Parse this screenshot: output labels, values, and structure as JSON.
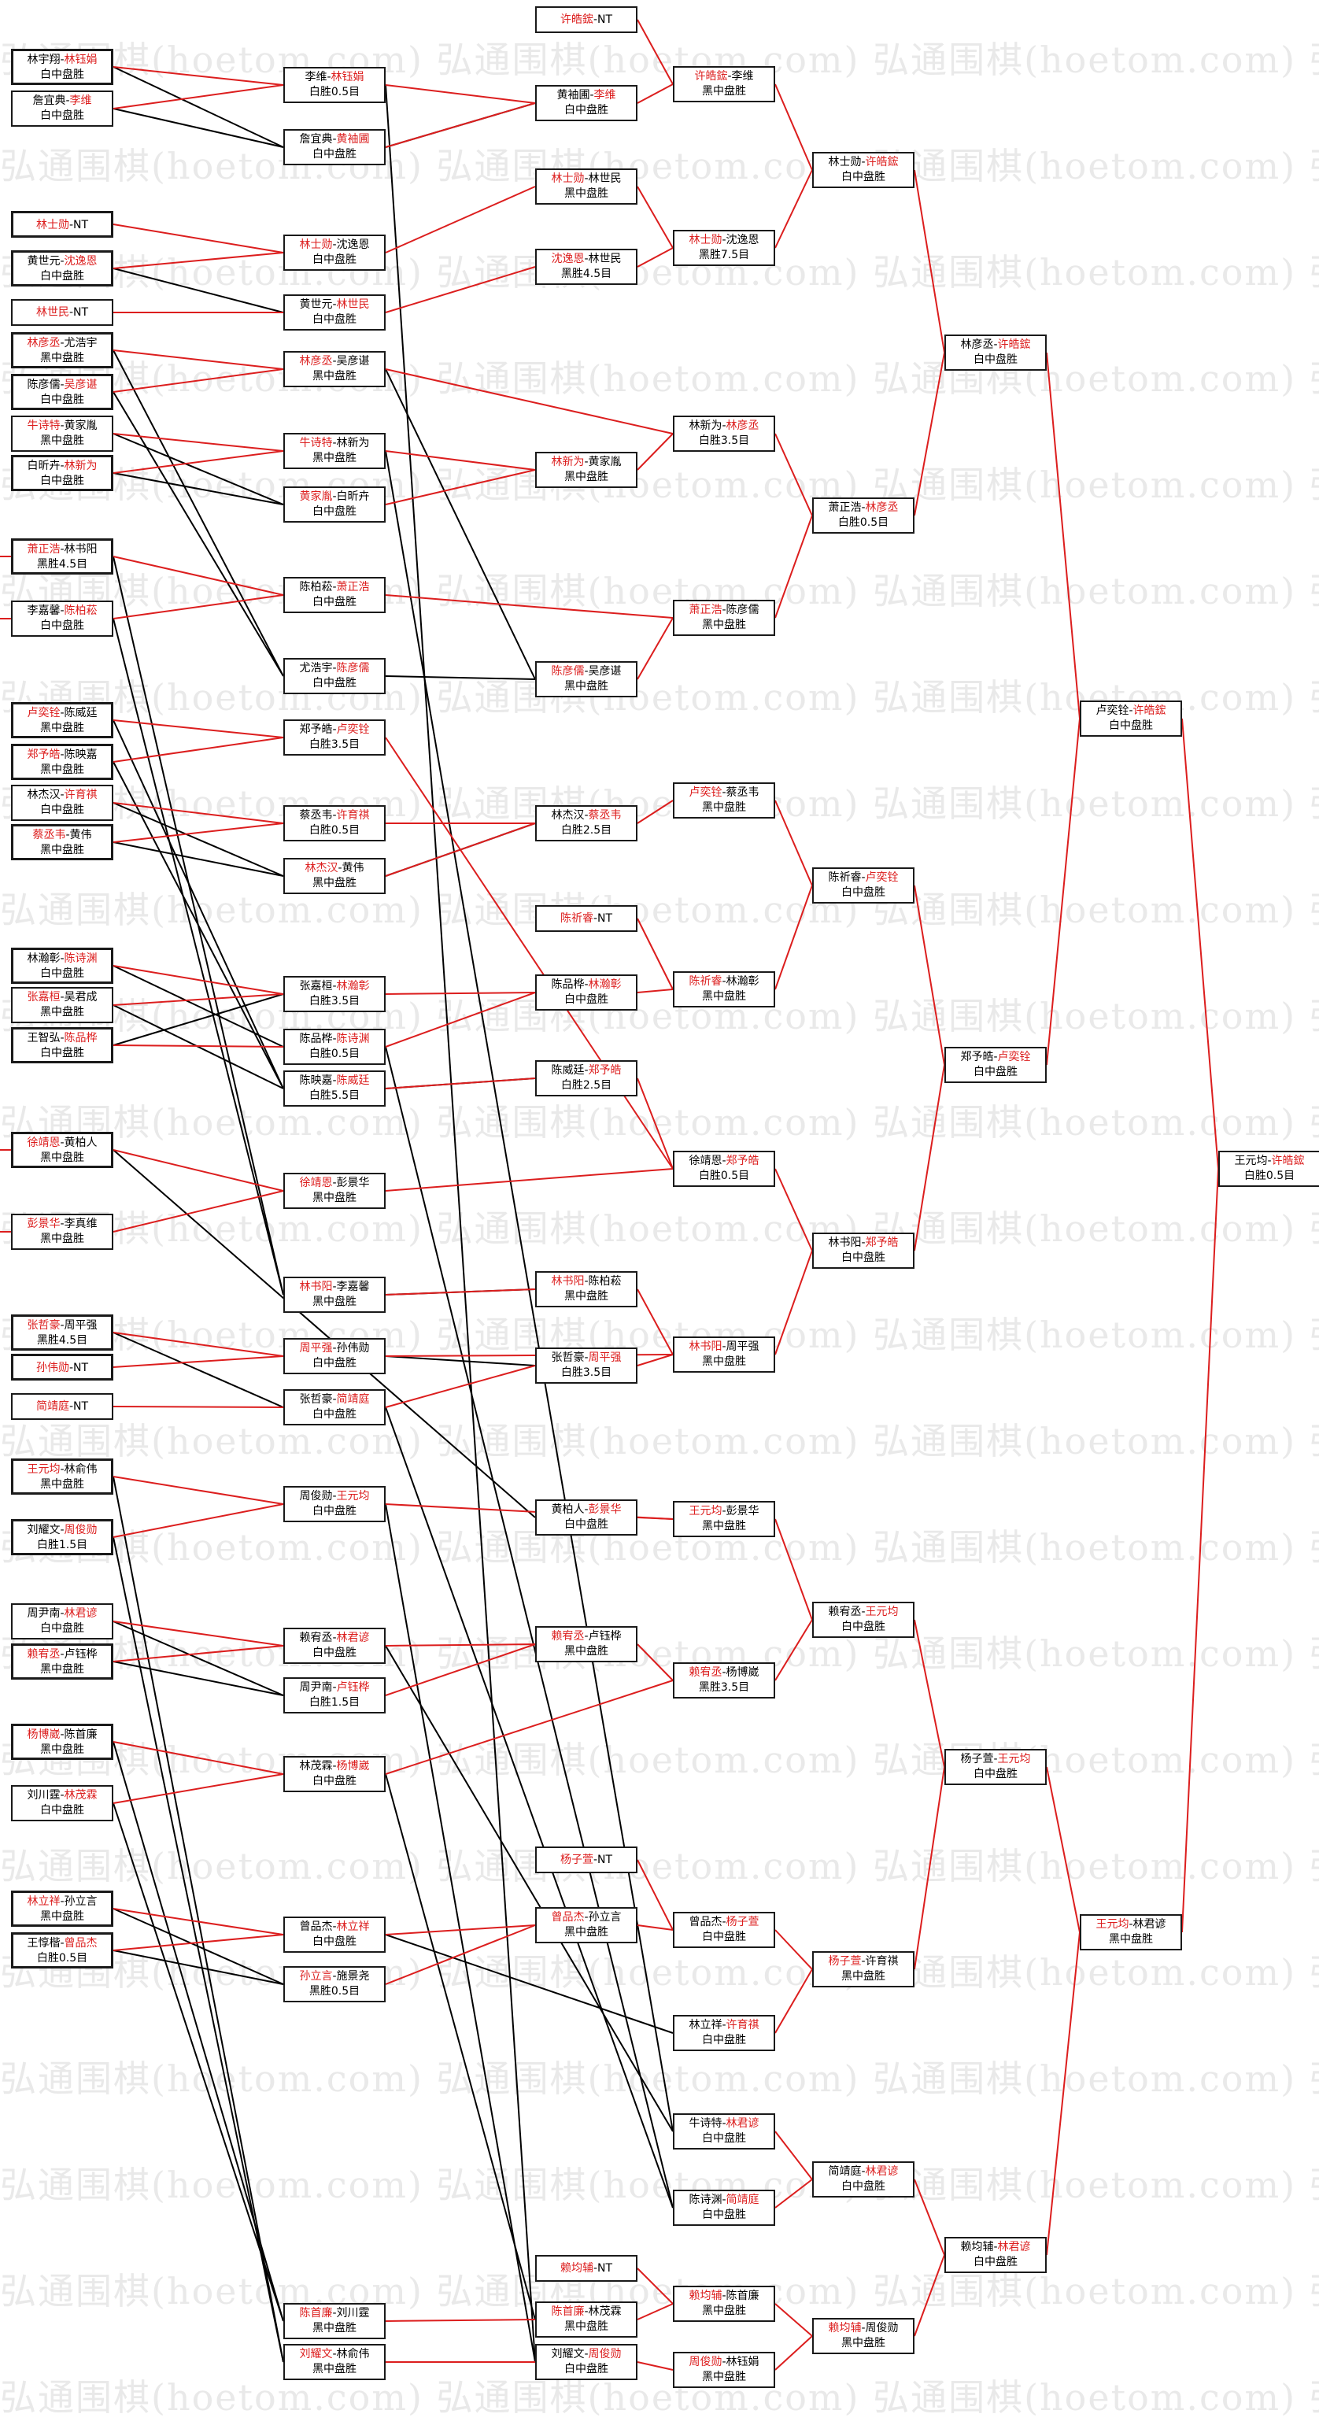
{
  "watermark": "弘通围棋(hoetom.com)",
  "colors": {
    "win": "#dc1e1e",
    "lose": "#000000",
    "border": "#1a1a1a"
  },
  "matches": [
    {
      "id": "r1_1",
      "p1": "林宇翔",
      "p2": "林钰娟",
      "w": 2,
      "res": "白中盘胜"
    },
    {
      "id": "r1_2",
      "p1": "詹宜典",
      "p2": "李维",
      "w": 2,
      "res": "白中盘胜"
    },
    {
      "id": "r1_3",
      "p1": "林士勋",
      "p2": "NT",
      "w": 1,
      "res": ""
    },
    {
      "id": "r1_4",
      "p1": "黄世元",
      "p2": "沈逸恩",
      "w": 2,
      "res": "白中盘胜"
    },
    {
      "id": "r1_5",
      "p1": "林世民",
      "p2": "NT",
      "w": 1,
      "res": ""
    },
    {
      "id": "r1_6",
      "p1": "林彦丞",
      "p2": "尤浩宇",
      "w": 1,
      "res": "黑中盘胜"
    },
    {
      "id": "r1_7",
      "p1": "陈彦儒",
      "p2": "吴彦谌",
      "w": 2,
      "res": "白中盘胜"
    },
    {
      "id": "r1_8",
      "p1": "牛诗特",
      "p2": "黄家胤",
      "w": 1,
      "res": "黑中盘胜"
    },
    {
      "id": "r1_9",
      "p1": "白昕卉",
      "p2": "林新为",
      "w": 2,
      "res": "白中盘胜"
    },
    {
      "id": "r1_10",
      "p1": "萧正浩",
      "p2": "林书阳",
      "w": 1,
      "res": "黑胜4.5目"
    },
    {
      "id": "r1_11",
      "p1": "李嘉馨",
      "p2": "陈柏菘",
      "w": 2,
      "res": "白中盘胜"
    },
    {
      "id": "r1_12",
      "p1": "卢奕铨",
      "p2": "陈威廷",
      "w": 1,
      "res": "黑中盘胜"
    },
    {
      "id": "r1_13",
      "p1": "郑予皓",
      "p2": "陈映嘉",
      "w": 1,
      "res": "黑中盘胜"
    },
    {
      "id": "r1_14",
      "p1": "林杰汉",
      "p2": "许育祺",
      "w": 2,
      "res": "白中盘胜"
    },
    {
      "id": "r1_15",
      "p1": "蔡丞韦",
      "p2": "黄伟",
      "w": 1,
      "res": "黑中盘胜"
    },
    {
      "id": "r1_16",
      "p1": "林瀚彰",
      "p2": "陈诗渊",
      "w": 2,
      "res": "白中盘胜"
    },
    {
      "id": "r1_17",
      "p1": "张嘉桓",
      "p2": "吴君成",
      "w": 1,
      "res": "黑中盘胜"
    },
    {
      "id": "r1_18",
      "p1": "王智弘",
      "p2": "陈品桦",
      "w": 2,
      "res": "白中盘胜"
    },
    {
      "id": "r1_19",
      "p1": "徐靖恩",
      "p2": "黄柏人",
      "w": 1,
      "res": "黑中盘胜"
    },
    {
      "id": "r1_20",
      "p1": "彭景华",
      "p2": "李真维",
      "w": 1,
      "res": "黑中盘胜"
    },
    {
      "id": "r1_21",
      "p1": "张哲豪",
      "p2": "周平强",
      "w": 1,
      "res": "黑胜4.5目"
    },
    {
      "id": "r1_22",
      "p1": "孙伟勋",
      "p2": "NT",
      "w": 1,
      "res": ""
    },
    {
      "id": "r1_23",
      "p1": "简靖庭",
      "p2": "NT",
      "w": 1,
      "res": ""
    },
    {
      "id": "r1_24",
      "p1": "王元均",
      "p2": "林俞伟",
      "w": 1,
      "res": "黑中盘胜"
    },
    {
      "id": "r1_25",
      "p1": "刘耀文",
      "p2": "周俊勋",
      "w": 2,
      "res": "白胜1.5目"
    },
    {
      "id": "r1_26",
      "p1": "周尹南",
      "p2": "林君谚",
      "w": 2,
      "res": "白中盘胜"
    },
    {
      "id": "r1_27",
      "p1": "赖宥丞",
      "p2": "卢钰桦",
      "w": 1,
      "res": "黑中盘胜"
    },
    {
      "id": "r1_28",
      "p1": "杨博崴",
      "p2": "陈首廉",
      "w": 1,
      "res": "黑中盘胜"
    },
    {
      "id": "r1_29",
      "p1": "刘川霆",
      "p2": "林茂霖",
      "w": 2,
      "res": "白中盘胜"
    },
    {
      "id": "r1_30",
      "p1": "林立祥",
      "p2": "孙立言",
      "w": 1,
      "res": "黑中盘胜"
    },
    {
      "id": "r1_31",
      "p1": "王惇楷",
      "p2": "曾品杰",
      "w": 2,
      "res": "白胜0.5目"
    },
    {
      "id": "r2_1",
      "p1": "李维",
      "p2": "林钰娟",
      "w": 2,
      "res": "白胜0.5目"
    },
    {
      "id": "r2_2",
      "p1": "詹宜典",
      "p2": "黄袖圃",
      "w": 2,
      "res": "白中盘胜"
    },
    {
      "id": "r2_3",
      "p1": "林士勋",
      "p2": "沈逸恩",
      "w": 1,
      "res": "白中盘胜"
    },
    {
      "id": "r2_4",
      "p1": "黄世元",
      "p2": "林世民",
      "w": 2,
      "res": "白中盘胜"
    },
    {
      "id": "r2_5",
      "p1": "林彦丞",
      "p2": "吴彦谌",
      "w": 1,
      "res": "黑中盘胜"
    },
    {
      "id": "r2_6",
      "p1": "牛诗特",
      "p2": "林新为",
      "w": 1,
      "res": "黑中盘胜"
    },
    {
      "id": "r2_7",
      "p1": "黄家胤",
      "p2": "白昕卉",
      "w": 1,
      "res": "白中盘胜"
    },
    {
      "id": "r2_8",
      "p1": "陈柏菘",
      "p2": "萧正浩",
      "w": 2,
      "res": "白中盘胜"
    },
    {
      "id": "r2_9",
      "p1": "尤浩宇",
      "p2": "陈彦儒",
      "w": 2,
      "res": "白中盘胜"
    },
    {
      "id": "r2_10",
      "p1": "郑予皓",
      "p2": "卢奕铨",
      "w": 2,
      "res": "白胜3.5目"
    },
    {
      "id": "r2_11",
      "p1": "蔡丞韦",
      "p2": "许育祺",
      "w": 2,
      "res": "白胜0.5目"
    },
    {
      "id": "r2_12",
      "p1": "林杰汉",
      "p2": "黄伟",
      "w": 1,
      "res": "黑中盘胜"
    },
    {
      "id": "r2_13",
      "p1": "张嘉桓",
      "p2": "林瀚彰",
      "w": 2,
      "res": "白胜3.5目"
    },
    {
      "id": "r2_14",
      "p1": "陈品桦",
      "p2": "陈诗渊",
      "w": 2,
      "res": "白胜0.5目"
    },
    {
      "id": "r2_15",
      "p1": "陈映嘉",
      "p2": "陈威廷",
      "w": 2,
      "res": "白胜5.5目"
    },
    {
      "id": "r2_16",
      "p1": "徐靖恩",
      "p2": "彭景华",
      "w": 1,
      "res": "黑中盘胜"
    },
    {
      "id": "r2_17",
      "p1": "林书阳",
      "p2": "李嘉馨",
      "w": 1,
      "res": "黑中盘胜"
    },
    {
      "id": "r2_18",
      "p1": "周平强",
      "p2": "孙伟勋",
      "w": 1,
      "res": "白中盘胜"
    },
    {
      "id": "r2_19",
      "p1": "张哲豪",
      "p2": "简靖庭",
      "w": 2,
      "res": "白中盘胜"
    },
    {
      "id": "r2_20",
      "p1": "周俊勋",
      "p2": "王元均",
      "w": 2,
      "res": "白中盘胜"
    },
    {
      "id": "r2_21",
      "p1": "赖宥丞",
      "p2": "林君谚",
      "w": 2,
      "res": "白中盘胜"
    },
    {
      "id": "r2_22",
      "p1": "周尹南",
      "p2": "卢钰桦",
      "w": 2,
      "res": "白胜1.5目"
    },
    {
      "id": "r2_23",
      "p1": "林茂霖",
      "p2": "杨博崴",
      "w": 2,
      "res": "白中盘胜"
    },
    {
      "id": "r2_24",
      "p1": "曾品杰",
      "p2": "林立祥",
      "w": 2,
      "res": "白中盘胜"
    },
    {
      "id": "r2_25",
      "p1": "孙立言",
      "p2": "施景尧",
      "w": 1,
      "res": "黑胜0.5目"
    },
    {
      "id": "r2_26",
      "p1": "陈首廉",
      "p2": "刘川霆",
      "w": 1,
      "res": "黑中盘胜"
    },
    {
      "id": "r2_27",
      "p1": "刘耀文",
      "p2": "林俞伟",
      "w": 1,
      "res": "黑中盘胜"
    },
    {
      "id": "r3_1",
      "p1": "许皓鋐",
      "p2": "NT",
      "w": 1,
      "res": ""
    },
    {
      "id": "r3_2",
      "p1": "黄袖圃",
      "p2": "李维",
      "w": 2,
      "res": "白中盘胜"
    },
    {
      "id": "r3_3",
      "p1": "林士勋",
      "p2": "林世民",
      "w": 1,
      "res": "黑中盘胜"
    },
    {
      "id": "r3_4",
      "p1": "沈逸恩",
      "p2": "林世民",
      "w": 1,
      "res": "黑胜4.5目"
    },
    {
      "id": "r3_5",
      "p1": "林新为",
      "p2": "黄家胤",
      "w": 1,
      "res": "黑中盘胜"
    },
    {
      "id": "r3_6",
      "p1": "陈彦儒",
      "p2": "吴彦谌",
      "w": 1,
      "res": "黑中盘胜"
    },
    {
      "id": "r3_7",
      "p1": "林杰汉",
      "p2": "蔡丞韦",
      "w": 2,
      "res": "白胜2.5目"
    },
    {
      "id": "r3_8",
      "p1": "陈祈睿",
      "p2": "NT",
      "w": 1,
      "res": ""
    },
    {
      "id": "r3_9",
      "p1": "陈品桦",
      "p2": "林瀚彰",
      "w": 2,
      "res": "白中盘胜"
    },
    {
      "id": "r3_10",
      "p1": "陈威廷",
      "p2": "郑予皓",
      "w": 2,
      "res": "白胜2.5目"
    },
    {
      "id": "r3_11",
      "p1": "林书阳",
      "p2": "陈柏菘",
      "w": 1,
      "res": "黑中盘胜"
    },
    {
      "id": "r3_12",
      "p1": "张哲豪",
      "p2": "周平强",
      "w": 2,
      "res": "白胜3.5目"
    },
    {
      "id": "r3_13",
      "p1": "黄柏人",
      "p2": "彭景华",
      "w": 2,
      "res": "白中盘胜"
    },
    {
      "id": "r3_14",
      "p1": "赖宥丞",
      "p2": "卢钰桦",
      "w": 1,
      "res": "黑中盘胜"
    },
    {
      "id": "r3_15",
      "p1": "杨子萱",
      "p2": "NT",
      "w": 1,
      "res": ""
    },
    {
      "id": "r3_16",
      "p1": "曾品杰",
      "p2": "孙立言",
      "w": 1,
      "res": "黑中盘胜"
    },
    {
      "id": "r3_17",
      "p1": "赖均辅",
      "p2": "NT",
      "w": 1,
      "res": ""
    },
    {
      "id": "r3_18",
      "p1": "陈首廉",
      "p2": "林茂霖",
      "w": 1,
      "res": "黑中盘胜"
    },
    {
      "id": "r3_19",
      "p1": "刘耀文",
      "p2": "周俊勋",
      "w": 2,
      "res": "白中盘胜"
    },
    {
      "id": "r4_1",
      "p1": "许皓鋐",
      "p2": "李维",
      "w": 1,
      "res": "黑中盘胜"
    },
    {
      "id": "r4_2",
      "p1": "林士勋",
      "p2": "沈逸恩",
      "w": 1,
      "res": "黑胜7.5目"
    },
    {
      "id": "r4_3",
      "p1": "林新为",
      "p2": "林彦丞",
      "w": 2,
      "res": "白胜3.5目"
    },
    {
      "id": "r4_4",
      "p1": "萧正浩",
      "p2": "陈彦儒",
      "w": 1,
      "res": "黑中盘胜"
    },
    {
      "id": "r4_5",
      "p1": "卢奕铨",
      "p2": "蔡丞韦",
      "w": 1,
      "res": "黑中盘胜"
    },
    {
      "id": "r4_6",
      "p1": "陈祈睿",
      "p2": "林瀚彰",
      "w": 1,
      "res": "黑中盘胜"
    },
    {
      "id": "r4_7",
      "p1": "徐靖恩",
      "p2": "郑予皓",
      "w": 2,
      "res": "白胜0.5目"
    },
    {
      "id": "r4_8",
      "p1": "林书阳",
      "p2": "周平强",
      "w": 1,
      "res": "黑中盘胜"
    },
    {
      "id": "r4_9",
      "p1": "王元均",
      "p2": "彭景华",
      "w": 1,
      "res": "黑中盘胜"
    },
    {
      "id": "r4_10",
      "p1": "赖宥丞",
      "p2": "杨博崴",
      "w": 1,
      "res": "黑胜3.5目"
    },
    {
      "id": "r4_11",
      "p1": "曾品杰",
      "p2": "杨子萱",
      "w": 2,
      "res": "白中盘胜"
    },
    {
      "id": "r4_12",
      "p1": "林立祥",
      "p2": "许育祺",
      "w": 2,
      "res": "白中盘胜"
    },
    {
      "id": "r4_13",
      "p1": "牛诗特",
      "p2": "林君谚",
      "w": 2,
      "res": "白中盘胜"
    },
    {
      "id": "r4_14",
      "p1": "陈诗渊",
      "p2": "简靖庭",
      "w": 2,
      "res": "白中盘胜"
    },
    {
      "id": "r4_15",
      "p1": "赖均辅",
      "p2": "陈首廉",
      "w": 1,
      "res": "黑中盘胜"
    },
    {
      "id": "r4_16",
      "p1": "周俊勋",
      "p2": "林钰娟",
      "w": 1,
      "res": "黑中盘胜"
    },
    {
      "id": "r5_1",
      "p1": "林士勋",
      "p2": "许皓鋐",
      "w": 2,
      "res": "白中盘胜"
    },
    {
      "id": "r5_2",
      "p1": "萧正浩",
      "p2": "林彦丞",
      "w": 2,
      "res": "白胜0.5目"
    },
    {
      "id": "r5_3",
      "p1": "陈祈睿",
      "p2": "卢奕铨",
      "w": 2,
      "res": "白中盘胜"
    },
    {
      "id": "r5_4",
      "p1": "林书阳",
      "p2": "郑予皓",
      "w": 2,
      "res": "白中盘胜"
    },
    {
      "id": "r5_5",
      "p1": "赖宥丞",
      "p2": "王元均",
      "w": 2,
      "res": "白中盘胜"
    },
    {
      "id": "r5_6",
      "p1": "杨子萱",
      "p2": "许育祺",
      "w": 1,
      "res": "黑中盘胜"
    },
    {
      "id": "r5_7",
      "p1": "简靖庭",
      "p2": "林君谚",
      "w": 2,
      "res": "白中盘胜"
    },
    {
      "id": "r5_8",
      "p1": "赖均辅",
      "p2": "周俊勋",
      "w": 1,
      "res": "黑中盘胜"
    },
    {
      "id": "r6_1",
      "p1": "林彦丞",
      "p2": "许皓鋐",
      "w": 2,
      "res": "白中盘胜"
    },
    {
      "id": "r6_2",
      "p1": "郑予皓",
      "p2": "卢奕铨",
      "w": 2,
      "res": "白中盘胜"
    },
    {
      "id": "r6_3",
      "p1": "杨子萱",
      "p2": "王元均",
      "w": 2,
      "res": "白中盘胜"
    },
    {
      "id": "r6_4",
      "p1": "赖均辅",
      "p2": "林君谚",
      "w": 2,
      "res": "白中盘胜"
    },
    {
      "id": "r7_1",
      "p1": "卢奕铨",
      "p2": "许皓鋐",
      "w": 2,
      "res": "白中盘胜"
    },
    {
      "id": "r7_2",
      "p1": "王元均",
      "p2": "林君谚",
      "w": 1,
      "res": "黑中盘胜"
    },
    {
      "id": "r8_1",
      "p1": "王元均",
      "p2": "许皓鋐",
      "w": 2,
      "res": "白胜0.5目"
    }
  ]
}
